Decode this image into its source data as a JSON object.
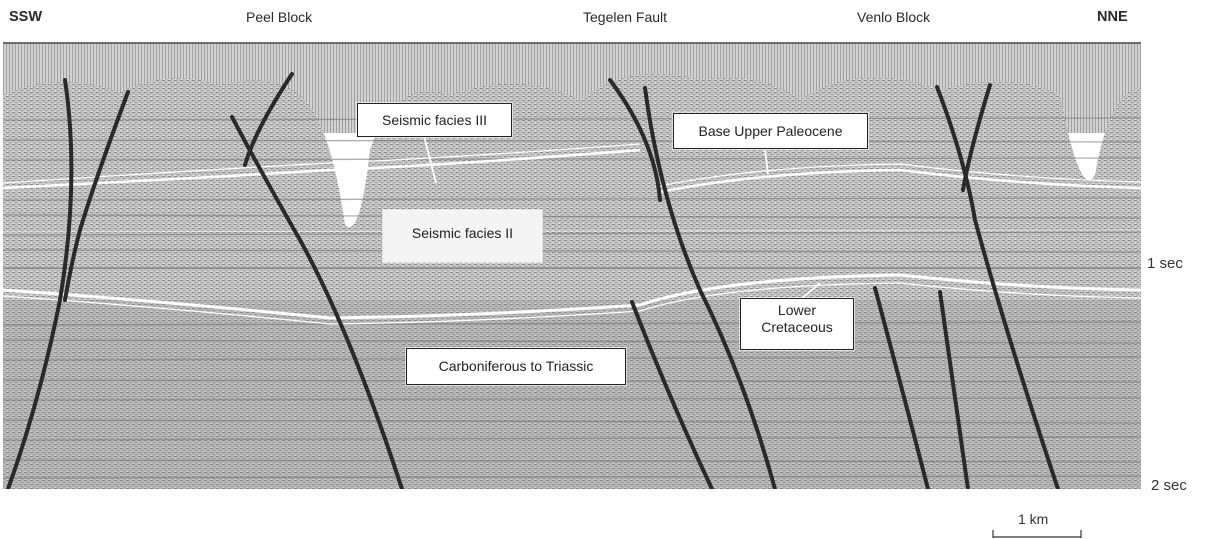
{
  "header": {
    "left_direction": "SSW",
    "right_direction": "NNE",
    "block_left": "Peel Block",
    "fault": "Tegelen Fault",
    "block_right": "Venlo Block"
  },
  "time_axis": {
    "t1": "1 sec",
    "t2": "2 sec"
  },
  "labels": {
    "facies3": "Seismic facies III",
    "base_paleocene": "Base Upper Paleocene",
    "facies2": "Seismic facies II",
    "lower_cret_1": "Lower",
    "lower_cret_2": "Cretaceous",
    "carb_triassic": "Carboniferous to Triassic"
  },
  "scale_bar": {
    "label": "1 km"
  },
  "colors": {
    "fault": "#2a2a2a",
    "horizon": "#ffffff",
    "section_bg": "#b9b9b9"
  }
}
